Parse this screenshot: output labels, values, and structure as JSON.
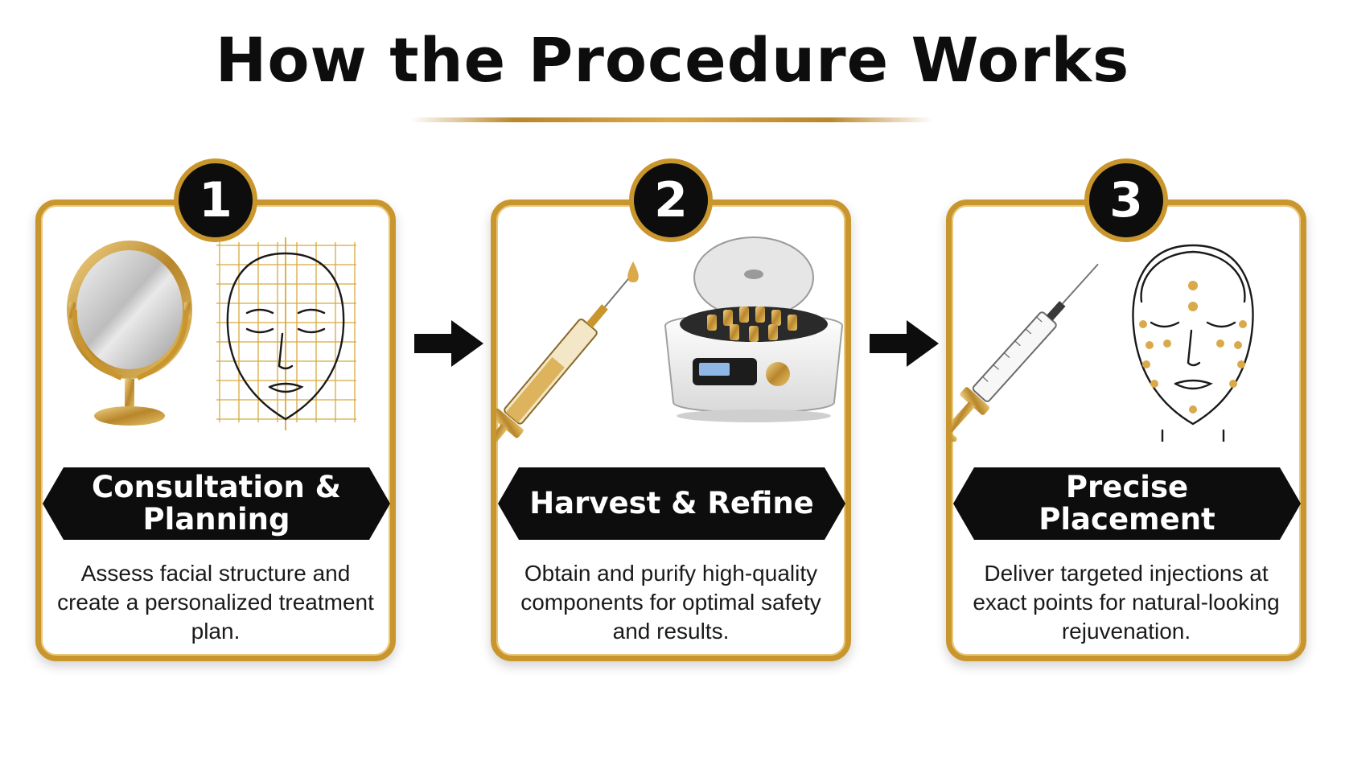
{
  "title": "How the Procedure Works",
  "colors": {
    "gold": "#c9962d",
    "black": "#0d0d0d",
    "white": "#ffffff"
  },
  "steps": [
    {
      "number": "1",
      "label": "Consultation & Planning",
      "description": "Assess facial structure and create a personalized treatment plan.",
      "icons": [
        "mirror-icon",
        "face-grid-icon"
      ]
    },
    {
      "number": "2",
      "label": "Harvest & Refine",
      "description": "Obtain and purify high-quality components for optimal safety and results.",
      "icons": [
        "syringe-icon",
        "centrifuge-icon"
      ]
    },
    {
      "number": "3",
      "label": "Precise Placement",
      "description": "Deliver targeted injections at exact points for natural-looking rejuvenation.",
      "icons": [
        "syringe-icon",
        "face-injection-points-icon"
      ]
    }
  ]
}
